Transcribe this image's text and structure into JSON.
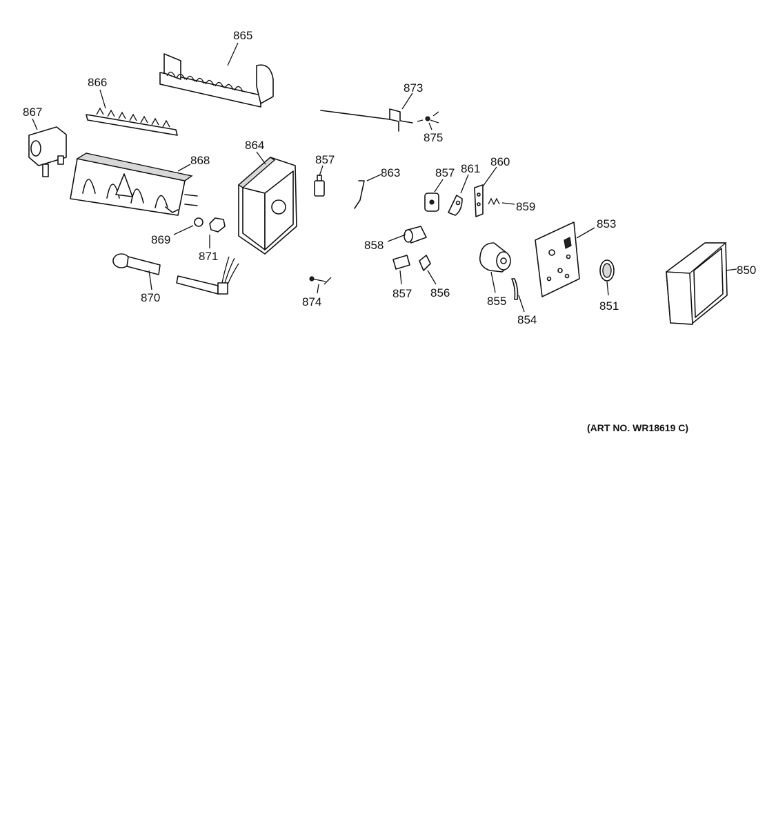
{
  "art_number": "(ART NO. WR18619 C)",
  "callouts": {
    "c850": "850",
    "c851": "851",
    "c853": "853",
    "c854": "854",
    "c855": "855",
    "c856": "856",
    "c857a": "857",
    "c857b": "857",
    "c857c": "857",
    "c858": "858",
    "c859": "859",
    "c860": "860",
    "c861": "861",
    "c863": "863",
    "c864": "864",
    "c865": "865",
    "c866": "866",
    "c867": "867",
    "c868": "868",
    "c869": "869",
    "c870": "870",
    "c871": "871",
    "c873": "873",
    "c874": "874",
    "c875": "875"
  }
}
